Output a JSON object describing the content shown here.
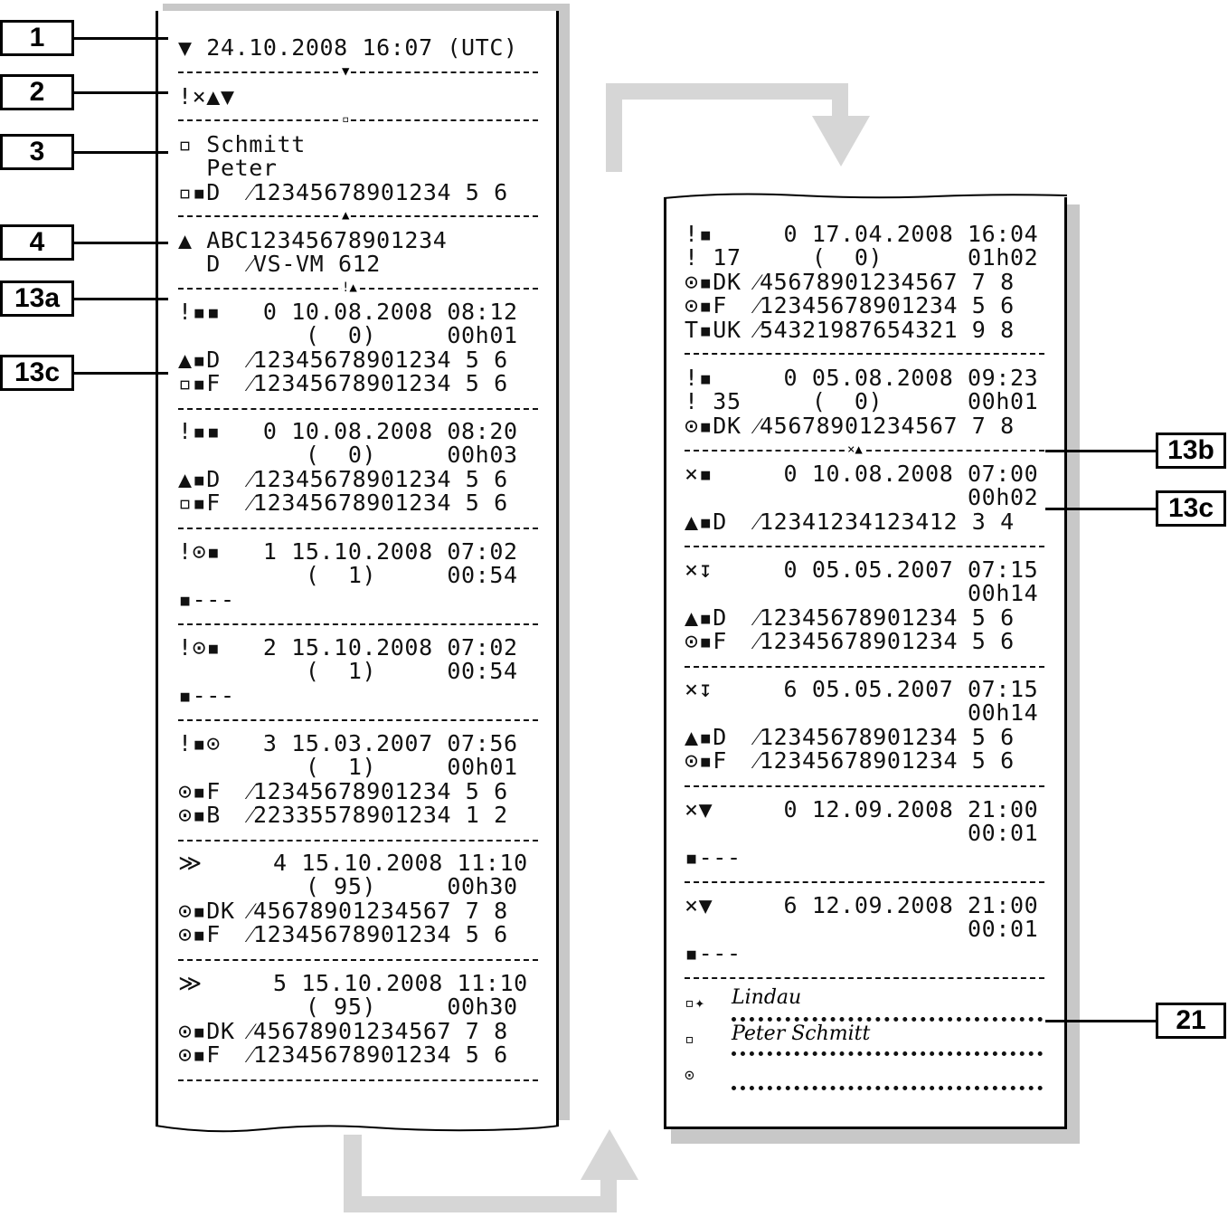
{
  "callouts": {
    "c1": "1",
    "c2": "2",
    "c3": "3",
    "c4": "4",
    "c13a": "13a",
    "c13c_left": "13c",
    "c13b": "13b",
    "c13c_right": "13c",
    "c21": "21"
  },
  "left": {
    "l1": "▼ 24.10.2008 16:07 (UTC)",
    "l2": "!×▲▼",
    "l3": "▫ Schmitt",
    "l4": "  Peter",
    "l5": "▫▪D  ⁄12345678901234 5 6",
    "l6": "▲ ABC12345678901234",
    "l7": "  D  ⁄VS-VM 612",
    "l8": "!▪▪   0 10.08.2008 08:12",
    "l9": "         (  0)     00h01",
    "l10": "▲▪D  ⁄12345678901234 5 6",
    "l11": "▫▪F  ⁄12345678901234 5 6",
    "l12": "!▪▪   0 10.08.2008 08:20",
    "l13": "         (  0)     00h03",
    "l14": "▲▪D  ⁄12345678901234 5 6",
    "l15": "▫▪F  ⁄12345678901234 5 6",
    "l16": "!⊙▪   1 15.10.2008 07:02",
    "l17": "         (  1)     00:54",
    "l18": "▪---",
    "l19": "!⊙▪   2 15.10.2008 07:02",
    "l20": "         (  1)     00:54",
    "l21": "▪---",
    "l22": "!▪⊙   3 15.03.2007 07:56",
    "l23": "         (  1)     00h01",
    "l24": "⊙▪F  ⁄12345678901234 5 6",
    "l25": "⊙▪B  ⁄22335578901234 1 2",
    "l26": "≫     4 15.10.2008 11:10",
    "l27": "         ( 95)     00h30",
    "l28": "⊙▪DK ⁄45678901234567 7 8",
    "l29": "⊙▪F  ⁄12345678901234 5 6",
    "l30": "≫     5 15.10.2008 11:10",
    "l31": "         ( 95)     00h30",
    "l32": "⊙▪DK ⁄45678901234567 7 8",
    "l33": "⊙▪F  ⁄12345678901234 5 6"
  },
  "right": {
    "r1": "!▪     0 17.04.2008 16:04",
    "r2": "! 17     (  0)      01h02",
    "r3": "⊙▪DK ⁄45678901234567 7 8",
    "r4": "⊙▪F  ⁄12345678901234 5 6",
    "r5": "T▪UK ⁄54321987654321 9 8",
    "r6": "!▪     0 05.08.2008 09:23",
    "r7": "! 35     (  0)      00h01",
    "r8": "⊙▪DK ⁄45678901234567 7 8",
    "r9": "×▪     0 10.08.2008 07:00",
    "r10": "                    00h02",
    "r11": "▲▪D  ⁄12341234123412 3 4",
    "r12": "×↧     0 05.05.2007 07:15",
    "r13": "                    00h14",
    "r14": "▲▪D  ⁄12345678901234 5 6",
    "r15": "⊙▪F  ⁄12345678901234 5 6",
    "r16": "×↧     6 05.05.2007 07:15",
    "r17": "                    00h14",
    "r18": "▲▪D  ⁄12345678901234 5 6",
    "r19": "⊙▪F  ⁄12345678901234 5 6",
    "r20": "×▼     0 12.09.2008 21:00",
    "r21": "                    00:01",
    "r22": "▪---",
    "r23": "×▼     6 12.09.2008 21:00",
    "r24": "                    00:01",
    "r25": "▪---",
    "sig_place_icon": "▫✦",
    "sig_place": "Lindau",
    "sig_driver_icon": "▫",
    "sig_driver": "Peter Schmitt",
    "sig_control_icon": "⊙"
  },
  "separators": {
    "s_left_1": "▼",
    "s_left_2": "▫",
    "s_left_3": "▲",
    "s_left_4": "!▲",
    "s_right_1": "×▲"
  }
}
